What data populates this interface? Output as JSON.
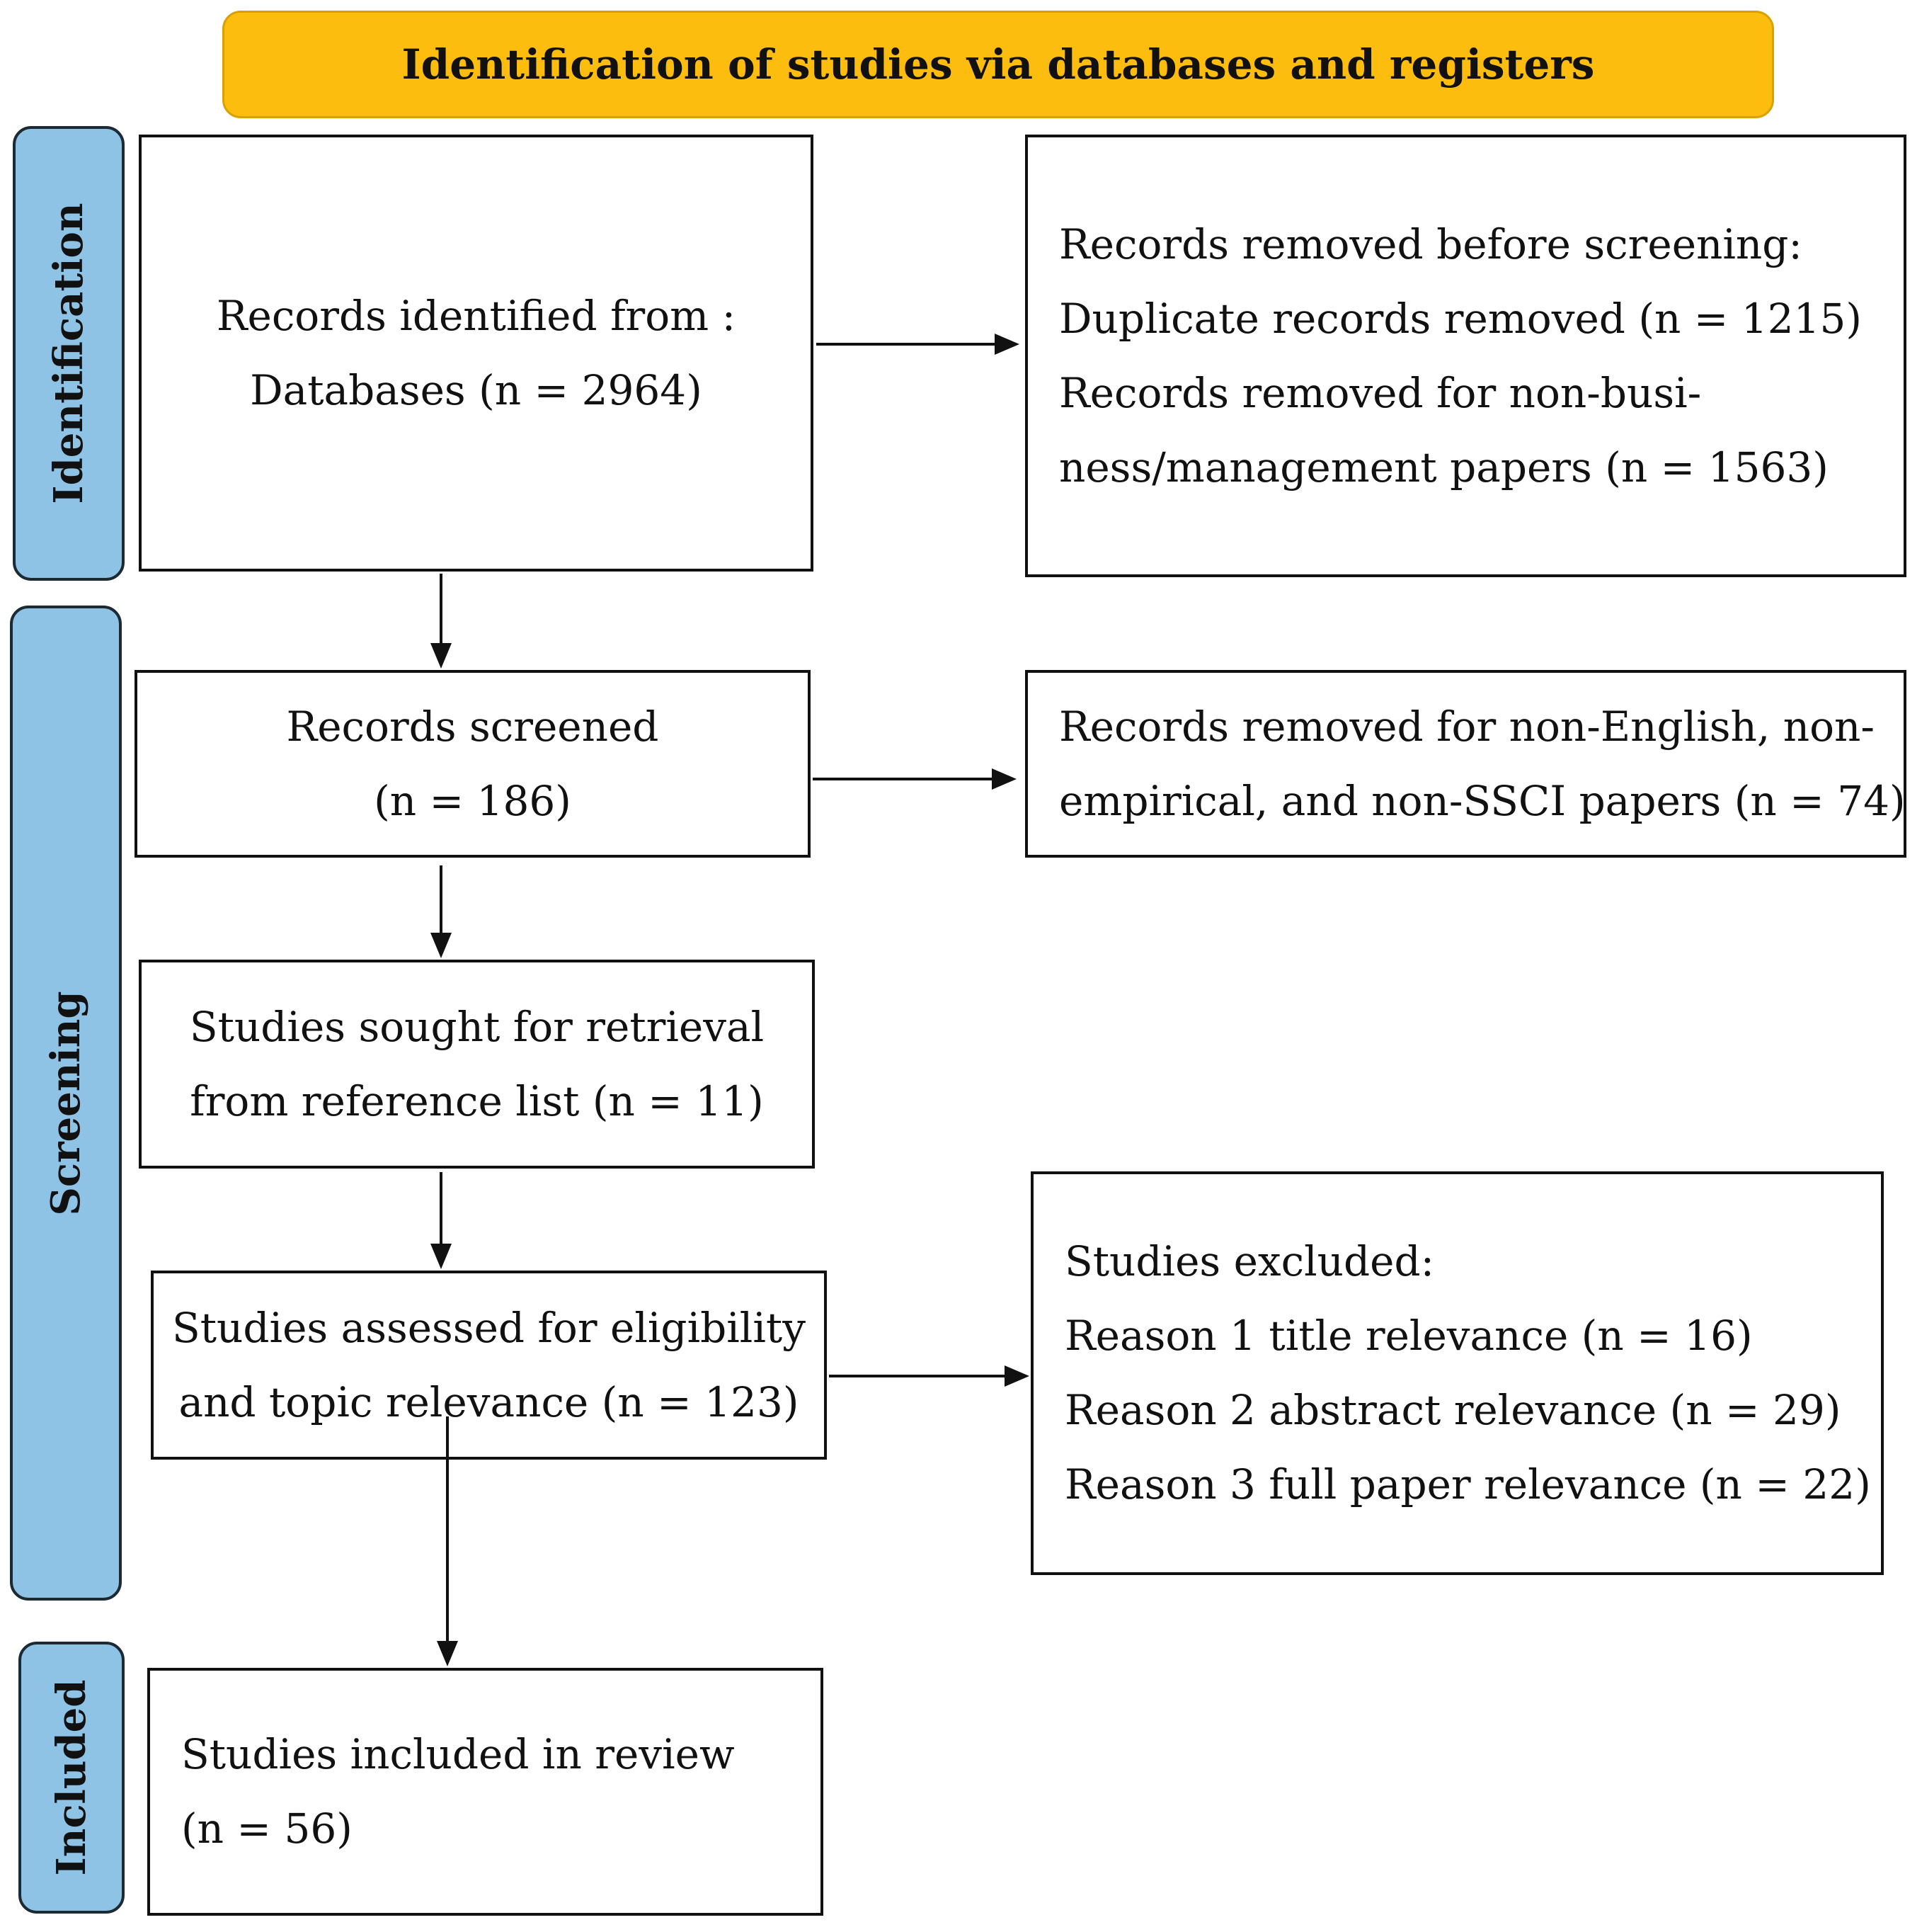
{
  "banner": {
    "title": "Identification of studies via databases and registers"
  },
  "phases": {
    "identification": "Identification",
    "screening": "Screening",
    "included": "Included"
  },
  "boxes": {
    "records_identified": [
      "Records identified from :",
      "Databases (n = 2964)"
    ],
    "records_removed_before": [
      "Records removed before screening:",
      "Duplicate records removed (n = 1215)",
      "Records removed for non-busi-",
      "ness/management papers (n = 1563)"
    ],
    "records_screened": [
      "Records screened",
      "(n = 186)"
    ],
    "records_removed_nonenglish": [
      "Records removed for non-English, non-",
      "empirical, and non-SSCI papers (n = 74)"
    ],
    "studies_sought": [
      "Studies sought for retrieval",
      "from reference list (n = 11)"
    ],
    "studies_assessed": [
      "Studies assessed for eligibility",
      "and topic relevance (n = 123)"
    ],
    "studies_excluded": [
      "Studies excluded:",
      "Reason 1 title relevance (n = 16)",
      "Reason 2 abstract relevance (n = 29)",
      "Reason 3 full paper relevance (n = 22)"
    ],
    "studies_included": [
      "Studies included in review",
      "(n = 56)"
    ]
  }
}
